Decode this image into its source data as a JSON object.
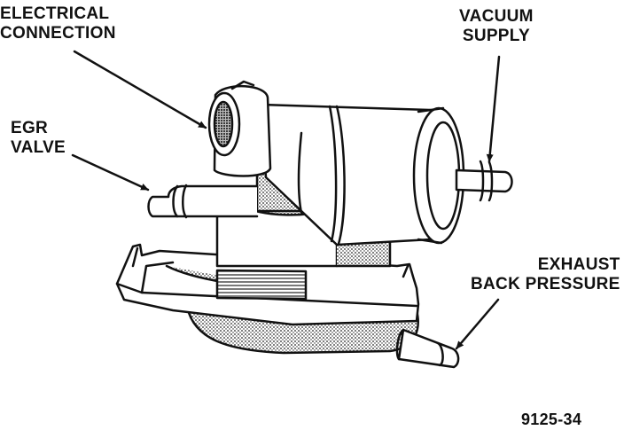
{
  "callouts": {
    "electrical_connection": {
      "line1": "ELECTRICAL",
      "line2": "CONNECTION"
    },
    "vacuum_supply": {
      "line1": "VACUUM",
      "line2": "SUPPLY"
    },
    "egr_valve": {
      "line1": "EGR",
      "line2": "VALVE"
    },
    "exhaust_back_pressure": {
      "line1": "EXHAUST",
      "line2": "BACK PRESSURE"
    }
  },
  "figure_number": "9125-34",
  "colors": {
    "ink": "#111111",
    "paper": "#ffffff",
    "shade": "#9a9a9a"
  }
}
